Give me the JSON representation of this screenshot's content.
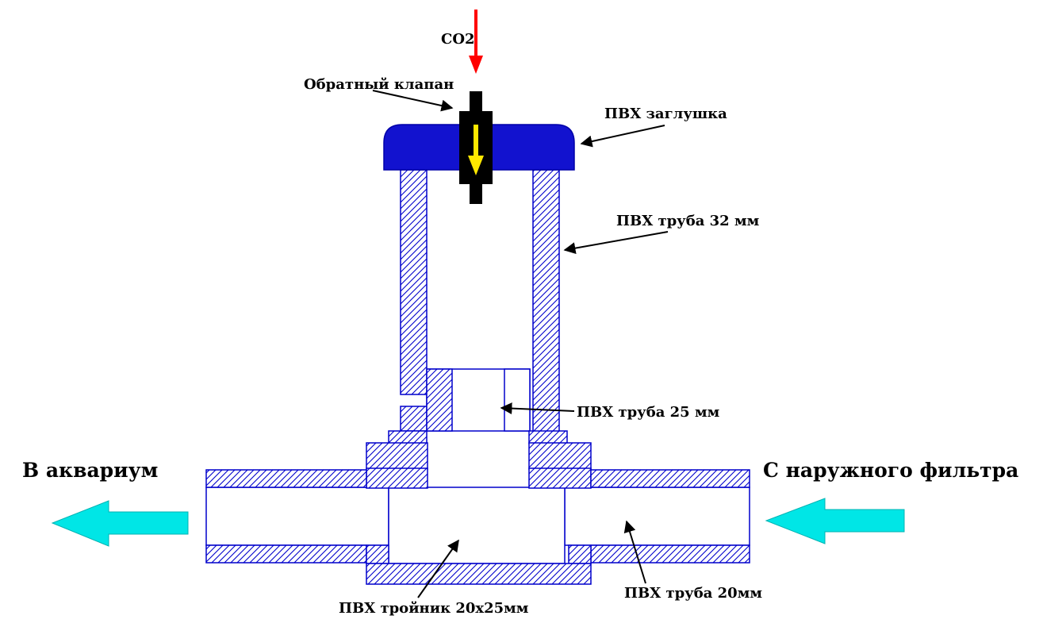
{
  "diagram": {
    "subject": "CO2 aquarium reactor made of PVC pipes (cross-section schematic)",
    "labels": {
      "co2": "CO2",
      "check_valve": "Обратный клапан",
      "pvc_cap": "ПВХ заглушка",
      "pipe_32": "ПВХ труба 32 мм",
      "pipe_25": "ПВХ труба 25 мм",
      "to_aquarium": "В аквариум",
      "from_filter": "С наружного фильтра",
      "tee": "ПВХ тройник 20x25мм",
      "pipe_20": "ПВХ труба 20мм"
    },
    "colors": {
      "pipe_outline": "#0000cc",
      "hatch": "#0000cc",
      "cap_fill": "#1212cf",
      "check_valve_fill": "#000000",
      "co2_arrow": "#ff0000",
      "valve_inner_arrow": "#ffe800",
      "flow_arrow": "#00e6e6",
      "leader_arrow": "#000000",
      "label_text": "#000000",
      "background": "#ffffff"
    }
  }
}
